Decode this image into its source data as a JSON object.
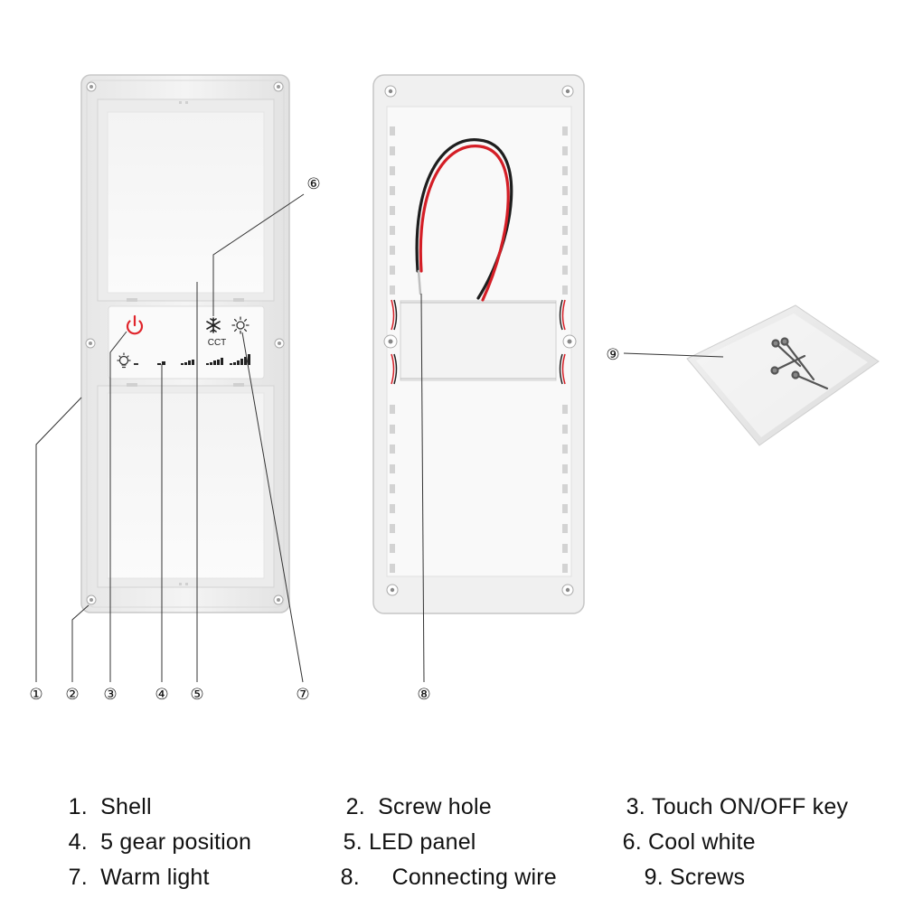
{
  "panel": {
    "cct_label": "CCT",
    "power_color": "#e0242b"
  },
  "callouts": [
    "①",
    "②",
    "③",
    "④",
    "⑤",
    "⑥",
    "⑦",
    "⑧",
    "⑨"
  ],
  "legend": {
    "items": [
      {
        "number": "1.",
        "text": "Shell"
      },
      {
        "number": "2.",
        "text": "Screw hole"
      },
      {
        "number": "3.",
        "text": "Touch ON/OFF key"
      },
      {
        "number": "4.",
        "text": "5 gear position"
      },
      {
        "number": "5.",
        "text": "LED panel"
      },
      {
        "number": "6.",
        "text": "Cool white"
      },
      {
        "number": "7.",
        "text": "Warm light"
      },
      {
        "number": "8.",
        "text": "Connecting wire"
      },
      {
        "number": "9.",
        "text": "Screws"
      }
    ]
  },
  "icons": {
    "power": "power-icon",
    "cool": "snowflake-icon",
    "warm": "sun-icon",
    "bulb": "bulb-icon"
  }
}
